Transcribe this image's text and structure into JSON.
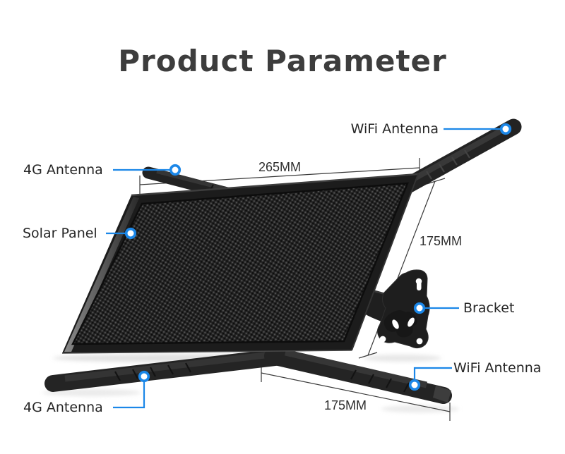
{
  "title": "Product Parameter",
  "colors": {
    "accent_blue": "#1b87e8",
    "label_text": "#262626",
    "title_text": "#3d3d3d",
    "dimension_text": "#2e2e2e"
  },
  "labels": {
    "wifi_top": "WiFi Antenna",
    "antenna_4g_top": "4G Antenna",
    "solar_panel": "Solar Panel",
    "bracket": "Bracket",
    "wifi_bottom": "WiFi Antenna",
    "antenna_4g_bottom": "4G Antenna"
  },
  "dimensions": {
    "top_width": "265MM",
    "right_height": "175MM",
    "bottom_width": "175MM"
  }
}
